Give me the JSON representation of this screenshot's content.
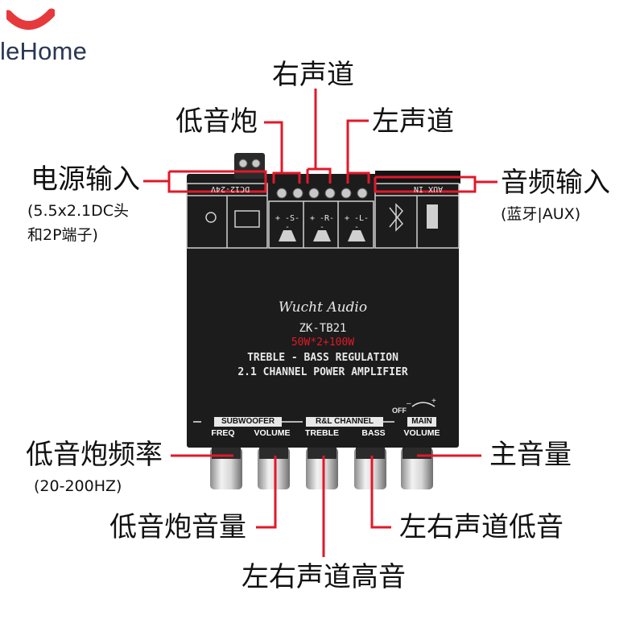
{
  "brand": {
    "text": "leHome",
    "accent_color": "#e6393c"
  },
  "board": {
    "logo_script": "Wucht Audio",
    "model": "ZK-TB21",
    "power": "50W*2+100W",
    "line1": "TREBLE - BASS REGULATION",
    "line2": "2.1 CHANNEL POWER AMPLIFIER",
    "dc_label": "DC12-24V",
    "aux_label": "AUX IN",
    "speaker_labels": [
      "+ -S- -",
      "+ -R- -",
      "+ -L- -"
    ],
    "sections": {
      "subwoofer": "SUBWOOFER",
      "rl": "R&L CHANNEL",
      "main": "MAIN"
    },
    "knob_labels": [
      "FREQ",
      "VOLUME",
      "TREBLE",
      "BASS",
      "VOLUME"
    ],
    "off_label": "OFF",
    "board_color": "#1c1c1c"
  },
  "callouts": {
    "power_input": "电源输入",
    "power_input_sub1": "(5.5x2.1DC头",
    "power_input_sub2": "和2P端子)",
    "subwoofer_out": "低音炮",
    "right_channel": "右声道",
    "left_channel": "左声道",
    "audio_input": "音频输入",
    "audio_input_sub": "(蓝牙|AUX)",
    "sub_freq": "低音炮频率",
    "sub_freq_sub": "(20-200HZ)",
    "sub_volume": "低音炮音量",
    "rl_treble": "左右声道高音",
    "rl_bass": "左右声道低音",
    "main_volume": "主音量"
  },
  "line_color": "#e0192a"
}
